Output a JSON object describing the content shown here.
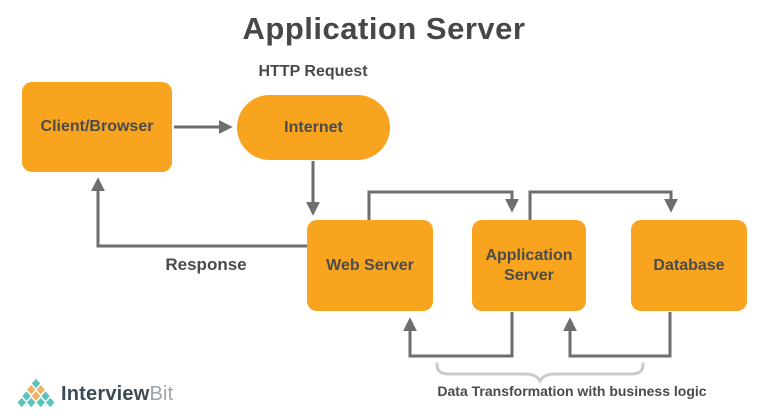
{
  "title": "Application Server",
  "nodes": {
    "client_browser": {
      "label": "Client/Browser",
      "shape": "rounded-rect"
    },
    "internet": {
      "label": "Internet",
      "shape": "pill"
    },
    "web_server": {
      "label": "Web Server",
      "shape": "rounded-rect"
    },
    "application_server": {
      "label": "Application Server",
      "shape": "rounded-rect"
    },
    "database": {
      "label": "Database",
      "shape": "rounded-rect"
    }
  },
  "labels": {
    "http_request": "HTTP Request",
    "response": "Response",
    "data_transformation": "Data Transformation with business logic"
  },
  "connections": [
    {
      "from": "client_browser",
      "to": "internet",
      "label": "HTTP Request"
    },
    {
      "from": "internet",
      "to": "web_server",
      "label": ""
    },
    {
      "from": "web_server",
      "to": "application_server",
      "route": "over-top",
      "label": ""
    },
    {
      "from": "application_server",
      "to": "database",
      "route": "over-top",
      "label": ""
    },
    {
      "from": "web_server",
      "to": "client_browser",
      "label": "Response"
    },
    {
      "from": "application_server",
      "to": "web_server",
      "route": "under-bottom",
      "label": "Data Transformation with business logic"
    },
    {
      "from": "database",
      "to": "application_server",
      "route": "under-bottom",
      "label": "Data Transformation with business logic"
    }
  ],
  "colors": {
    "node_fill": "#F8A41F",
    "node_text": "#4B4B4B",
    "arrow": "#6E6E6E",
    "title_text": "#474747",
    "brace": "#CBCBCB",
    "logo_teal": "#5EC3BB",
    "logo_yellow": "#F1B267",
    "logo_text_dark": "#3D4A53",
    "logo_text_light": "#9CA4AB"
  },
  "logo": {
    "brand_bold": "Interview",
    "brand_light": "Bit"
  }
}
